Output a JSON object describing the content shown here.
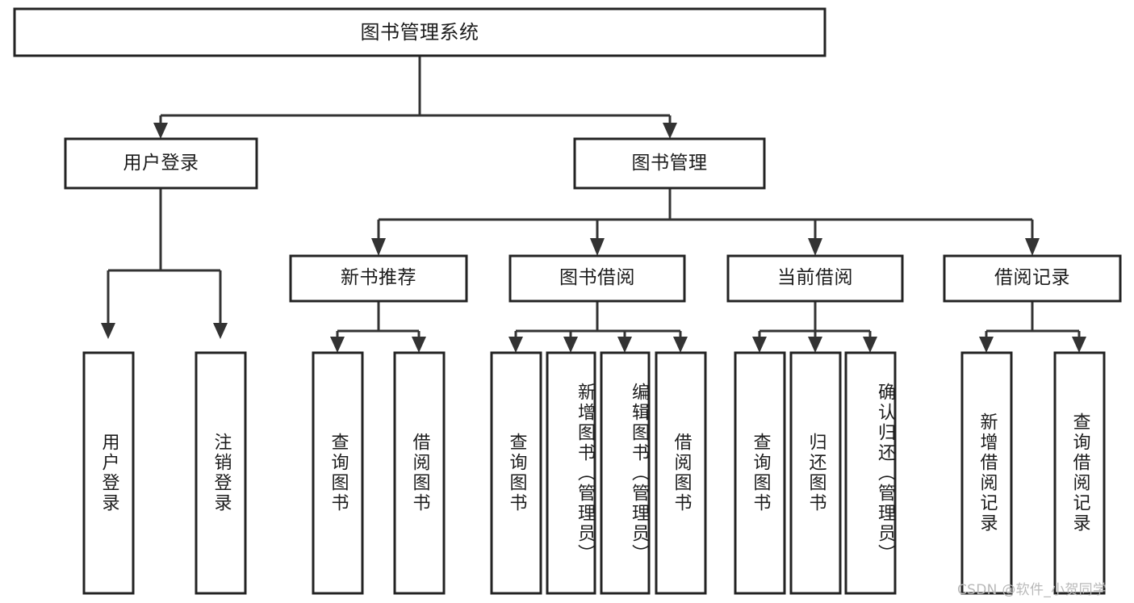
{
  "diagram": {
    "type": "tree",
    "title": "图书管理系统",
    "orientation": "top-down",
    "colors": {
      "background": "#ffffff",
      "box_fill": "#ffffff",
      "box_stroke": "#232323",
      "connector": "#333333",
      "text": "#1c1c1c",
      "watermark": "#b9b9b9"
    },
    "root": {
      "label": "图书管理系统",
      "text_direction": "horizontal"
    },
    "level2": [
      {
        "label": "用户登录",
        "text_direction": "horizontal"
      },
      {
        "label": "图书管理",
        "text_direction": "horizontal"
      }
    ],
    "level3": [
      {
        "label": "新书推荐",
        "text_direction": "horizontal"
      },
      {
        "label": "图书借阅",
        "text_direction": "horizontal"
      },
      {
        "label": "当前借阅",
        "text_direction": "horizontal"
      },
      {
        "label": "借阅记录",
        "text_direction": "horizontal"
      }
    ],
    "leaves": {
      "user_login": [
        {
          "label": "用户登录",
          "text_direction": "vertical"
        },
        {
          "label": "注销登录",
          "text_direction": "vertical"
        }
      ],
      "new_book_recommend": [
        {
          "label": "查询图书",
          "text_direction": "vertical"
        },
        {
          "label": "借阅图书",
          "text_direction": "vertical"
        }
      ],
      "book_borrow": [
        {
          "label": "查询图书",
          "text_direction": "vertical"
        },
        {
          "label": "新增图书（管理员）",
          "text_direction": "vertical"
        },
        {
          "label": "编辑图书（管理员）",
          "text_direction": "vertical"
        },
        {
          "label": "借阅图书",
          "text_direction": "vertical"
        }
      ],
      "current_borrow": [
        {
          "label": "查询图书",
          "text_direction": "vertical"
        },
        {
          "label": "归还图书",
          "text_direction": "vertical"
        },
        {
          "label": "确认归还（管理员）",
          "text_direction": "vertical"
        }
      ],
      "borrow_record": [
        {
          "label": "新增借阅记录",
          "text_direction": "vertical"
        },
        {
          "label": "查询借阅记录",
          "text_direction": "vertical"
        }
      ]
    },
    "watermark": "CSDN @软件_小贺同学"
  }
}
